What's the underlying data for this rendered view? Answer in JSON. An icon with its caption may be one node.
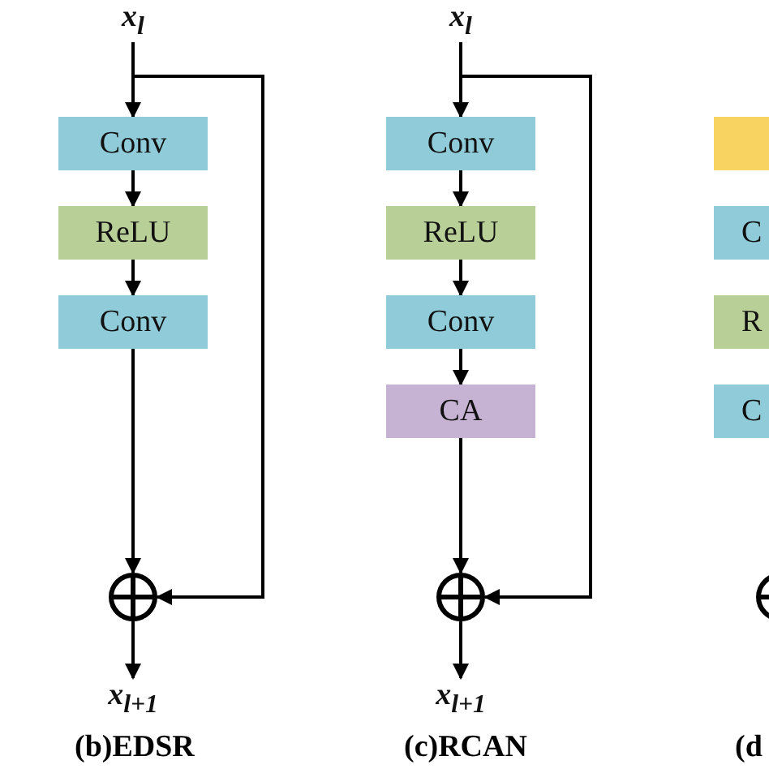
{
  "diagram": {
    "nodes": [
      {
        "text": [
          "x$_{l}$"
        ]
      },
      {
        "text": [
          "Conv"
        ]
      },
      {
        "text": [
          "ReLU"
        ]
      },
      {
        "text": [
          "Conv"
        ]
      },
      {
        "text": [],
        "shape": "circle"
      },
      {
        "text": [
          "x$_{l+1}$"
        ]
      },
      {
        "text": [
          "x$_{l}$"
        ]
      },
      {
        "text": [
          "Conv"
        ]
      },
      {
        "text": [
          "ReLU"
        ]
      },
      {
        "text": [
          "Conv"
        ]
      },
      {
        "text": [
          "CA"
        ]
      },
      {
        "text": [],
        "shape": "circle"
      },
      {
        "text": [
          "x$_{l+1}$"
        ]
      },
      {
        "text": [],
        "shape": "box"
      },
      {
        "text": [
          "C"
        ]
      },
      {
        "text": [
          "R"
        ]
      },
      {
        "text": [
          "C"
        ]
      },
      {
        "text": [],
        "shape": "circle"
      }
    ],
    "edges": [
      {
        "from": 0,
        "to": 1,
        "arrow": "to"
      },
      {
        "from": 1,
        "to": 2,
        "arrow": "to"
      },
      {
        "from": 2,
        "to": 3,
        "arrow": "to"
      },
      {
        "from": 3,
        "to": 4,
        "arrow": "to"
      },
      {
        "from": 0,
        "to": 4,
        "arrow": "to"
      },
      {
        "from": 4,
        "to": 5,
        "arrow": "to"
      },
      {
        "from": 6,
        "to": 7,
        "arrow": "to"
      },
      {
        "from": 7,
        "to": 8,
        "arrow": "to"
      },
      {
        "from": 8,
        "to": 9,
        "arrow": "to"
      },
      {
        "from": 9,
        "to": 10,
        "arrow": "to"
      },
      {
        "from": 10,
        "to": 11,
        "arrow": "to"
      },
      {
        "from": 6,
        "to": 11,
        "arrow": "to"
      },
      {
        "from": 11,
        "to": 12,
        "arrow": "to"
      }
    ],
    "labels": [
      "(b)EDSR",
      "(c)RCAN",
      "(d"
    ]
  }
}
